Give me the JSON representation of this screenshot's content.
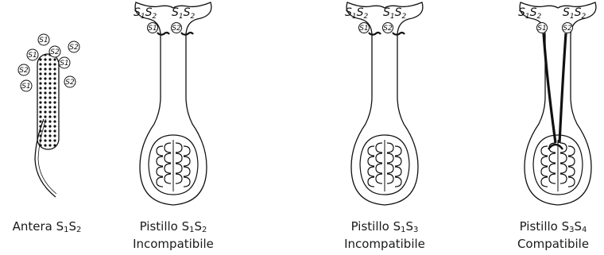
{
  "panels": [
    {
      "caption_main": "Antera S",
      "caption_sub1": "1",
      "caption_mid": "S",
      "caption_sub2": "2",
      "pollen_labels": [
        "S1",
        "S2",
        "S1",
        "S2",
        "S1",
        "S2",
        "S1",
        "S2"
      ]
    },
    {
      "caption_main": "Pistillo S",
      "caption_sub1": "1",
      "caption_mid": "S",
      "caption_sub2": "2",
      "caption_line2": "Incompatibile",
      "genotype_left": {
        "s": "S",
        "a": "1",
        "b": "2"
      },
      "genotype_right": {
        "s": "S",
        "a": "1",
        "b": "2"
      },
      "pollen_left": "S1",
      "pollen_right": "S2"
    },
    {
      "caption_main": "Pistillo S",
      "caption_sub1": "1",
      "caption_mid": "S",
      "caption_sub2": "3",
      "caption_line2": "Incompatibile",
      "genotype_left": {
        "s": "S",
        "a": "1",
        "b": "2"
      },
      "genotype_right": {
        "s": "S",
        "a": "1",
        "b": "2"
      },
      "pollen_left": "S1",
      "pollen_right": "S2"
    },
    {
      "caption_main": "Pistillo S",
      "caption_sub1": "3",
      "caption_mid": "S",
      "caption_sub2": "4",
      "caption_line2": "Compatibile",
      "genotype_left": {
        "s": "S",
        "a": "1",
        "b": "2"
      },
      "genotype_right": {
        "s": "S",
        "a": "1",
        "b": "2"
      },
      "pollen_left": "S1",
      "pollen_right": "S2"
    }
  ]
}
